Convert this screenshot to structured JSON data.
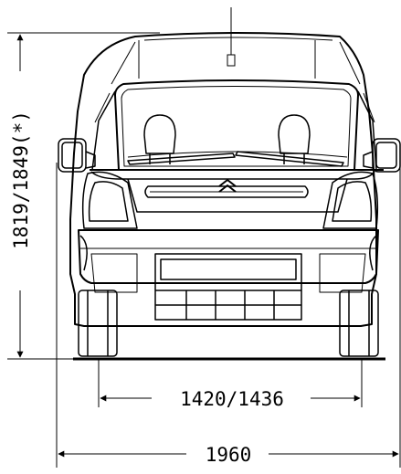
{
  "dimensions": {
    "height_label": "1819/1849(*)",
    "track_label": "1420/1436",
    "width_label": "1960"
  },
  "colors": {
    "line": "#000000",
    "background": "#ffffff"
  },
  "vehicle": {
    "view": "front",
    "badge": "double-chevron-logo"
  }
}
